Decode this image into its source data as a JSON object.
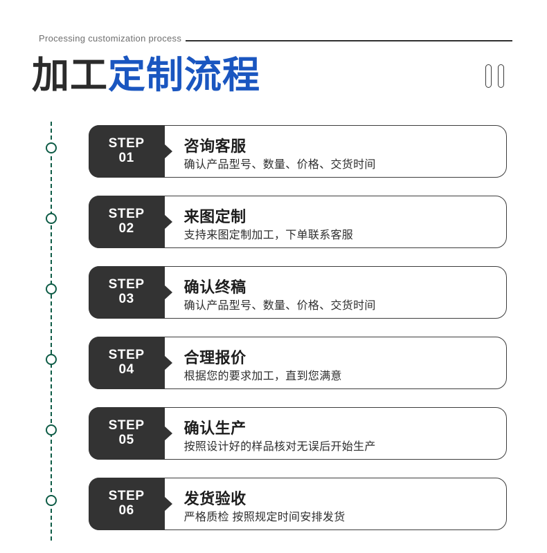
{
  "header": {
    "eyebrow": "Processing customization process",
    "title_dark": "加工",
    "title_blue": "定制流程",
    "accent_color": "#1a56c0",
    "dark_color": "#2b2b2b",
    "decor_icon": "pause-bars-icon"
  },
  "timeline": {
    "line_color": "#0d5b45",
    "dot_color": "#0d5b45",
    "dot_count": 6
  },
  "steps": [
    {
      "badge_word": "STEP",
      "badge_num": "01",
      "title": "咨询客服",
      "desc": "确认产品型号、数量、价格、交货时间"
    },
    {
      "badge_word": "STEP",
      "badge_num": "02",
      "title": "来图定制",
      "desc": "支持来图定制加工，下单联系客服"
    },
    {
      "badge_word": "STEP",
      "badge_num": "03",
      "title": "确认终稿",
      "desc": "确认产品型号、数量、价格、交货时间"
    },
    {
      "badge_word": "STEP",
      "badge_num": "04",
      "title": "合理报价",
      "desc": "根据您的要求加工，直到您满意"
    },
    {
      "badge_word": "STEP",
      "badge_num": "05",
      "title": "确认生产",
      "desc": "按照设计好的样品核对无误后开始生产"
    },
    {
      "badge_word": "STEP",
      "badge_num": "06",
      "title": "发货验收",
      "desc": "严格质检 按照规定时间安排发货"
    }
  ]
}
